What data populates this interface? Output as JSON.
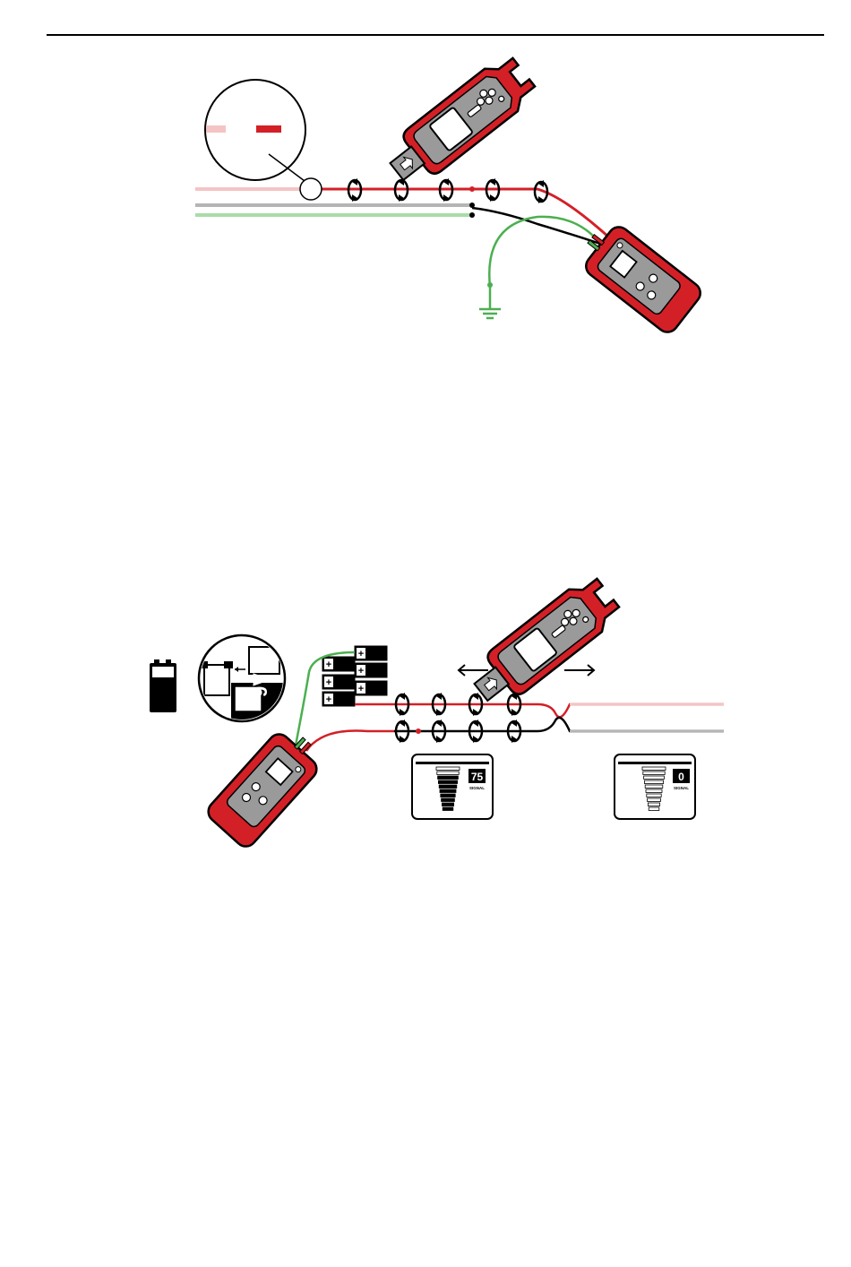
{
  "colors": {
    "red": "#d32027",
    "dark_red": "#7a1414",
    "pale_red": "#f4c4c4",
    "green": "#4caf50",
    "pale_green": "#a9dca9",
    "grey": "#b5b5b5",
    "device_grey": "#8f8f8f",
    "black": "#000000"
  },
  "icons": {
    "tracer": "wire-tracer-icon",
    "transmitter": "tone-transmitter-icon",
    "battery": "9v-battery-icon",
    "ground": "ground-symbol-icon",
    "twist": "wire-twist-icon"
  },
  "figure2": {
    "panel_left": {
      "value": "75",
      "caption": "SIGNAL",
      "level": 0.75
    },
    "panel_right": {
      "value": "0",
      "caption": "SIGNAL",
      "level": 0
    },
    "battery_callout": "9V"
  }
}
